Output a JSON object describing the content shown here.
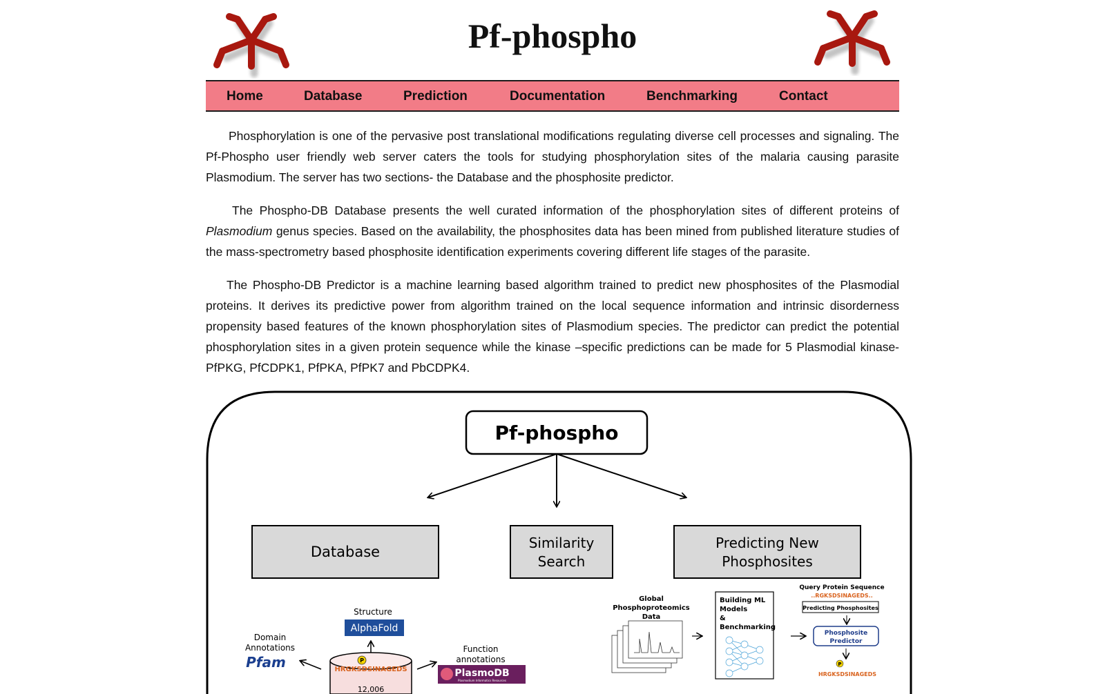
{
  "header": {
    "site_title": "Pf-phospho",
    "logo_icon": "phospho-molecule-icon",
    "logo_color": "#a8180f"
  },
  "nav": {
    "items": [
      {
        "label": "Home"
      },
      {
        "label": "Database"
      },
      {
        "label": "Prediction"
      },
      {
        "label": "Documentation"
      },
      {
        "label": "Benchmarking"
      },
      {
        "label": "Contact"
      }
    ],
    "background": "#f27c87"
  },
  "content": {
    "p1": "Phosphorylation is one of the pervasive post translational modifications regulating diverse cell processes and signaling. The Pf-Phospho user friendly web server caters the tools for studying phosphorylation sites of the malaria causing parasite Plasmodium. The server has two sections- the Database and the phosphosite predictor.",
    "p2_italic": "Plasmodium",
    "p2_lead": "The Phospho-DB Database presents the well curated information of the phosphorylation sites of different proteins of",
    "p2_rest": "genus species. Based on the availability, the phosphosites data has been mined from published literature studies of the mass-spectrometry based phosphosite identification experiments covering different life stages of the parasite.",
    "p3": "The Phospho-DB Predictor is a machine learning based algorithm trained to predict new phosphosites of the Plasmodial proteins. It derives its predictive power from algorithm trained on the local sequence information and intrinsic disorderness propensity based features of the known phosphorylation sites of Plasmodium species. The predictor can predict the potential phosphorylation sites in a given protein sequence while the kinase –specific predictions can be made for 5 Plasmodial kinase- PfPKG, PfCDPK1, PfPKA, PfPK7 and PbCDPK4."
  },
  "figure": {
    "root": "Pf-phospho",
    "box_database": "Database",
    "box_similarity_1": "Similarity",
    "box_similarity_2": "Search",
    "box_predict_1": "Predicting New",
    "box_predict_2": "Phosphosites",
    "structure_label": "Structure",
    "alphafold": "AlphaFold",
    "domain_1": "Domain",
    "domain_2": "Annotations",
    "pfam": "Pfam",
    "function_1": "Function",
    "function_2": "annotations",
    "plasmodb": "PlasmoDB",
    "plasmodb_tag": "Plasmodium Informatics Resources",
    "sequence": "HRGKSDSINAGEDS",
    "db_count": "12,006",
    "global_1": "Global",
    "global_2": "Phosphoproteomics",
    "global_3": "Data",
    "ml_1": "Building ML",
    "ml_2": "Models",
    "ml_3": "&",
    "ml_4": "Benchmarking",
    "query_title": "Query Protein Sequence",
    "query_seq": "..RGKSDSINAGEDS..",
    "predicting_phosphosites": "Predicting Phosphosites",
    "predictor_1": "Phosphosite",
    "predictor_2": "Predictor",
    "p_marker": "P",
    "colors": {
      "box_fill": "#d9d9d9",
      "alphafold_blue": "#1f4e9b",
      "pfam_blue": "#1b3f8f",
      "plasmodb_purple": "#6a1f5e",
      "seq_orange": "#d9631e",
      "marker_yellow": "#f2d200",
      "predictor_blue": "#1f3d8a"
    }
  }
}
